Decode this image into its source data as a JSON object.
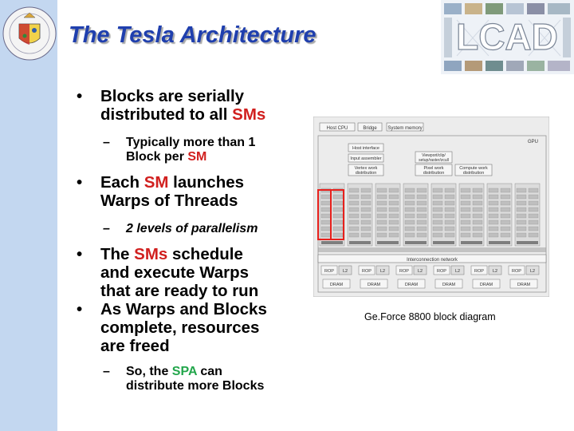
{
  "slide": {
    "title": "The Tesla Architecture",
    "bullets": {
      "b1": {
        "l1": "Blocks are serially",
        "l2a": "distributed to all ",
        "l2b": "SMs"
      },
      "s1": {
        "l1": "Typically more than 1",
        "l2a": "Block per ",
        "l2b": "SM"
      },
      "b2": {
        "l1a": "Each ",
        "l1b": "SM",
        "l1c": " launches",
        "l2": "Warps of Threads"
      },
      "s2": {
        "l1": "2 levels of parallelism"
      },
      "b3": {
        "l1a": "The ",
        "l1b": "SMs",
        "l1c": " schedule",
        "l2": "and execute Warps",
        "l3": "that are ready to run"
      },
      "b4": {
        "l1": "As Warps and Blocks",
        "l2": "complete, resources",
        "l3": "are freed"
      },
      "s3": {
        "l1a": "So, the ",
        "l1b": "SPA",
        "l1c": " can",
        "l2": "distribute more Blocks"
      }
    },
    "caption": "Ge.Force 8800 block diagram"
  },
  "diagram": {
    "host_cpu": "Host CPU",
    "bridge": "Bridge",
    "system_memory": "System memory",
    "gpu": "GPU",
    "host_interface": "Host interface",
    "input_assembler": "Input assembler",
    "vertex_work": "Vertex work",
    "distribution": "distribution",
    "viewport_clip": "Viewport/clip/",
    "setup_raster": "setup/raster/zcull",
    "pixel_work": "Pixel work",
    "compute_work": "Compute work",
    "interconnect": "Interconnection network",
    "rop": "ROP",
    "l2": "L2",
    "dram": "DRAM"
  },
  "logo": {
    "text": "LCAD"
  },
  "colors": {
    "title": "#1f3fae",
    "highlight_red": "#d1201f",
    "highlight_green": "#22a64b",
    "sidebar": "#c3d7f0"
  }
}
